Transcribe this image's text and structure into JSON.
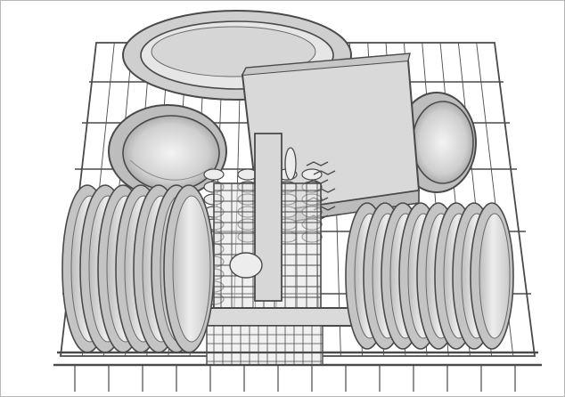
{
  "figure": {
    "subject": "dishwasher-lower-basket-loading",
    "palette": {
      "line": "#4a4a4a",
      "fill_light": "#e6e6e6",
      "fill_mid": "#cfcfcf",
      "fill_dark": "#a9a9a9",
      "background": "#ffffff",
      "frame": "#b9b9b9"
    },
    "items": [
      "oval-platter",
      "casserole-dish",
      "left-serving-bowl",
      "right-serving-bowl",
      "cutlery-basket",
      "left-plate-stack",
      "right-plate-stack",
      "wire-basket"
    ]
  }
}
